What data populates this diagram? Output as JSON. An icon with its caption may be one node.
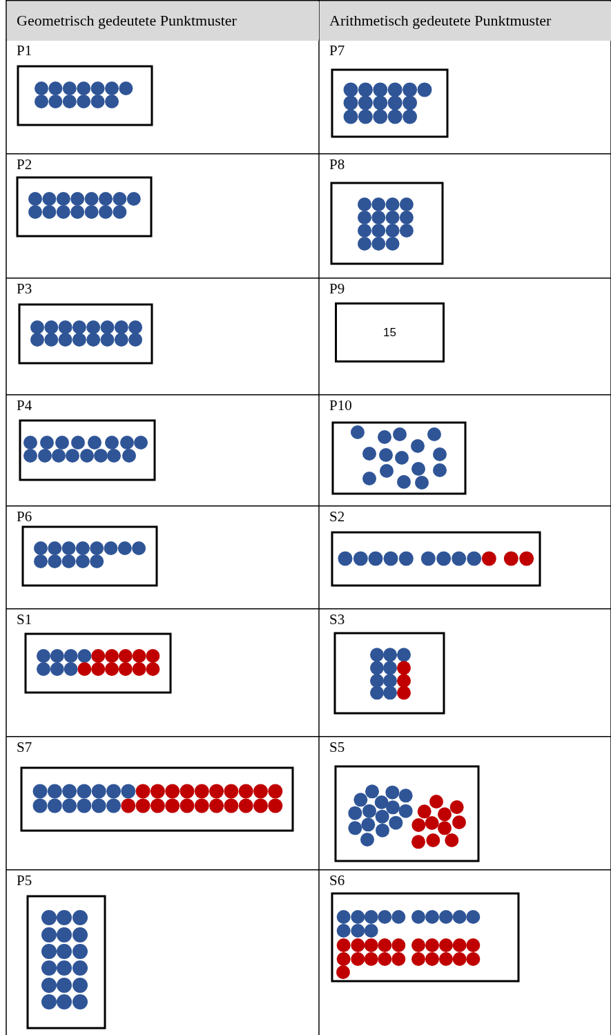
{
  "diagram": {
    "nodes": [
      {
        "text": [
          "15"
        ]
      }
    ],
    "labels": [
      "Geometrisch gedeutete Punktmuster",
      "Arithmetisch gedeutete Punktmuster",
      "P1",
      "P7",
      "P2",
      "P8",
      "P3",
      "P9",
      "P4",
      "P10",
      "P6",
      "S2",
      "S1",
      "S3",
      "S7",
      "S5",
      "P5",
      "S6"
    ]
  }
}
